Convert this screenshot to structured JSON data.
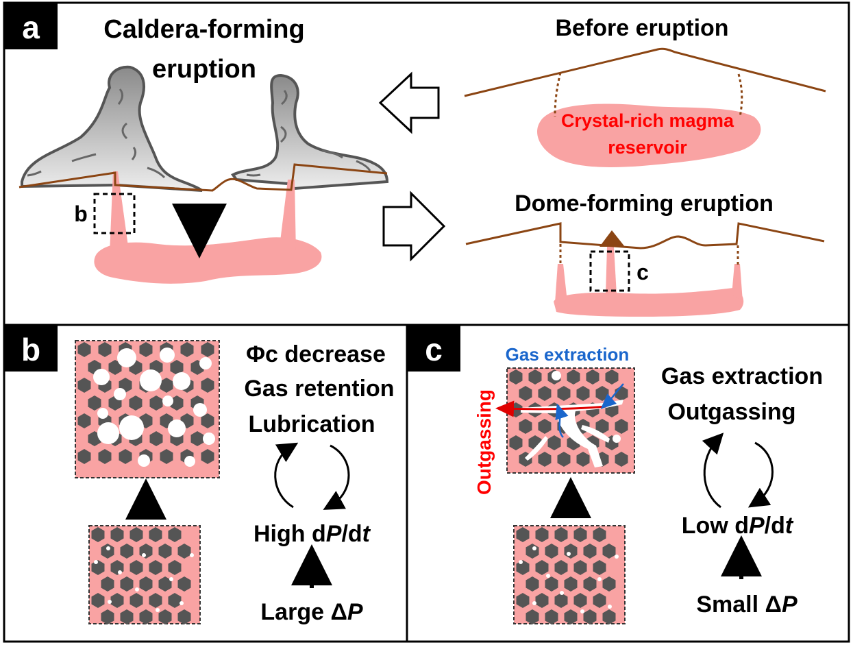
{
  "panel_a": {
    "tag": "a",
    "caldera_title_1": "Caldera-forming",
    "caldera_title_2": "eruption",
    "before_title": "Before eruption",
    "reservoir_1": "Crystal-rich magma",
    "reservoir_2": "reservoir",
    "dome_title": "Dome-forming eruption",
    "box_b": "b",
    "box_c": "c"
  },
  "panel_b": {
    "tag": "b",
    "line1": "Φc decrease",
    "line2": "Gas retention",
    "line3": "Lubrication",
    "rate_pre": "High d",
    "rate_p": "P",
    "rate_mid": "/d",
    "rate_t": "t",
    "dp_pre": "Large ",
    "dp_sym": "Δ",
    "dp_p": "P"
  },
  "panel_c": {
    "tag": "c",
    "gas_label": "Gas extraction",
    "outgassing_label": "Outgassing",
    "line1": "Gas extraction",
    "line2": "Outgassing",
    "rate_pre": "Low d",
    "rate_p": "P",
    "rate_mid": "/d",
    "rate_t": "t",
    "dp_pre": "Small ",
    "dp_sym": "Δ",
    "dp_p": "P"
  },
  "colors": {
    "magma": "#f9a3a3",
    "crystal": "#555555",
    "ground": "#8b4513",
    "plume": "#c4c4c4",
    "red_text": "#ff0000",
    "blue_text": "#1a66cc"
  }
}
